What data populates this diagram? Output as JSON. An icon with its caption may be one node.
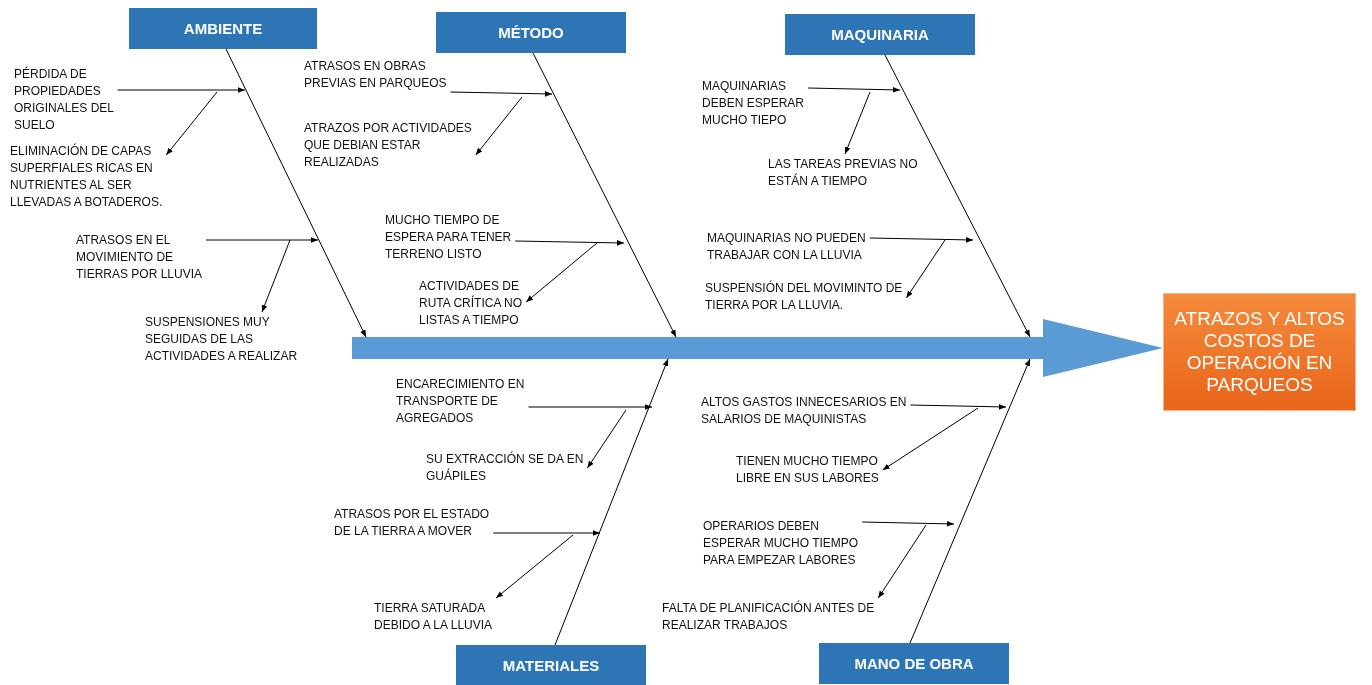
{
  "diagram": {
    "nodes": [
      {
        "text": [
          "AMBIENTE"
        ]
      },
      {
        "text": [
          "PÉRDIDA DE PROPIEDADES ORIGINALES DEL SUELO"
        ]
      },
      {
        "text": [
          "ELIMINACIÓN DE CAPAS SUPERFIALES RICAS EN NUTRIENTES AL SER LLEVADAS A BOTADEROS."
        ]
      },
      {
        "text": [
          "ATRASOS EN EL MOVIMIENTO DE TIERRAS POR LLUVIA"
        ]
      },
      {
        "text": [
          "SUSPENSIONES MUY SEGUIDAS DE LAS ACTIVIDADES A REALIZAR"
        ]
      },
      {
        "text": [
          "MÉTODO"
        ]
      },
      {
        "text": [
          "ATRASOS EN OBRAS PREVIAS EN PARQUEOS"
        ]
      },
      {
        "text": [
          "ATRAZOS POR ACTIVIDADES QUE DEBIAN ESTAR REALIZADAS"
        ]
      },
      {
        "text": [
          "MUCHO TIEMPO DE ESPERA PARA TENER TERRENO LISTO"
        ]
      },
      {
        "text": [
          "ACTIVIDADES DE RUTA CRÍTICA NO LISTAS A TIEMPO"
        ]
      },
      {
        "text": [
          "MAQUINARIA"
        ]
      },
      {
        "text": [
          "MAQUINARIAS DEBEN ESPERAR MUCHO TIEPO"
        ]
      },
      {
        "text": [
          "LAS TAREAS PREVIAS NO ESTÁN A TIEMPO"
        ]
      },
      {
        "text": [
          "MAQUINARIAS NO PUEDEN TRABAJAR CON LA LLUVIA"
        ]
      },
      {
        "text": [
          "SUSPENSIÓN DEL MOVIMINTO DE TIERRA POR LA LLUVIA."
        ]
      },
      {
        "text": [
          "ATRAZOS Y ALTOS COSTOS DE OPERACIÓN EN PARQUEOS"
        ]
      },
      {
        "text": [
          "ENCARECIMIENTO EN TRANSPORTE DE AGREGADOS"
        ]
      },
      {
        "text": [
          "SU EXTRACCIÓN SE DA EN GUÁPILES"
        ]
      },
      {
        "text": [
          "ATRASOS POR EL ESTADO DE LA TIERRA A MOVER"
        ]
      },
      {
        "text": [
          "TIERRA SATURADA DEBIDO A LA LLUVIA"
        ]
      },
      {
        "text": [
          "MATERIALES"
        ]
      },
      {
        "text": [
          "ALTOS GASTOS INNECESARIOS EN SALARIOS DE MAQUINISTAS"
        ]
      },
      {
        "text": [
          "TIENEN MUCHO TIEMPO LIBRE EN SUS LABORES"
        ]
      },
      {
        "text": [
          "OPERARIOS DEBEN ESPERAR MUCHO TIEMPO PARA EMPEZAR LABORES"
        ]
      },
      {
        "text": [
          "FALTA DE PLANIFICACIÓN ANTES DE REALIZAR TRABAJOS"
        ]
      },
      {
        "text": [
          "MANO DE OBRA"
        ]
      },
      {
        "text": [],
        "shape": "bar"
      }
    ],
    "edges": [
      {
        "from": 26,
        "to": 15,
        "arrow": "to",
        "style": "thick",
        "color": "#5b9bd5"
      },
      {
        "from": 0,
        "to": 26,
        "arrow": "to"
      },
      {
        "from": 5,
        "to": 26,
        "arrow": "to"
      },
      {
        "from": 10,
        "to": 26,
        "arrow": "to"
      },
      {
        "from": 20,
        "to": 26,
        "arrow": "to"
      },
      {
        "from": 25,
        "to": 26,
        "arrow": "to"
      },
      {
        "from": 1,
        "to": null,
        "arrow": "to"
      },
      {
        "from": null,
        "to": 2,
        "arrow": "to"
      },
      {
        "from": 3,
        "to": null,
        "arrow": "to"
      },
      {
        "from": null,
        "to": 4,
        "arrow": "to"
      },
      {
        "from": 6,
        "to": null,
        "arrow": "to"
      },
      {
        "from": null,
        "to": 7,
        "arrow": "to"
      },
      {
        "from": 8,
        "to": null,
        "arrow": "to"
      },
      {
        "from": null,
        "to": 9,
        "arrow": "to"
      },
      {
        "from": 11,
        "to": null,
        "arrow": "to"
      },
      {
        "from": null,
        "to": 12,
        "arrow": "to"
      },
      {
        "from": 13,
        "to": null,
        "arrow": "to"
      },
      {
        "from": null,
        "to": 14,
        "arrow": "to"
      },
      {
        "from": 16,
        "to": null,
        "arrow": "to"
      },
      {
        "from": null,
        "to": 17,
        "arrow": "to"
      },
      {
        "from": 18,
        "to": null,
        "arrow": "to"
      },
      {
        "from": null,
        "to": 19,
        "arrow": "to"
      },
      {
        "from": 21,
        "to": null,
        "arrow": "to"
      },
      {
        "from": null,
        "to": 22,
        "arrow": "to"
      },
      {
        "from": 23,
        "to": null,
        "arrow": "to"
      },
      {
        "from": null,
        "to": 24,
        "arrow": "to"
      }
    ]
  }
}
